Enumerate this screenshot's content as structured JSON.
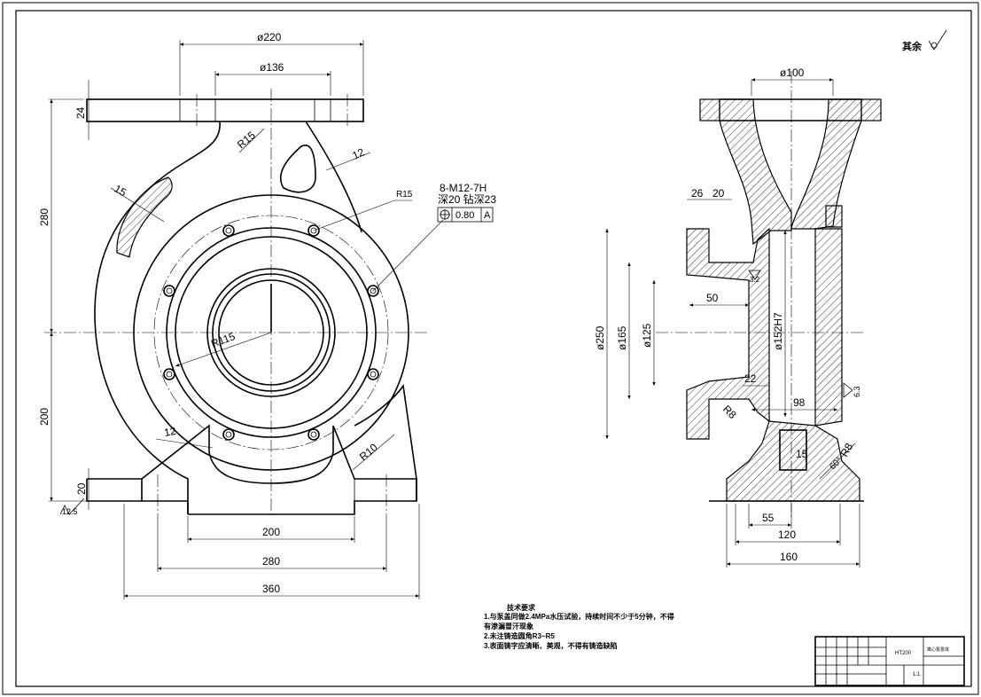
{
  "top_right_note": {
    "label": "其余",
    "symbol": "roughness-check-icon"
  },
  "front_view": {
    "dims": {
      "d220": "ø220",
      "d136": "ø136",
      "t24": "24",
      "r15_top": "R15",
      "t15": "15",
      "t12_rib": "12",
      "r15_hole": "R15",
      "h280": "280",
      "h200": "200",
      "h20": "20",
      "r115": "R115",
      "t12_low": "12",
      "r10": "R10",
      "w200": "200",
      "w280": "280",
      "w360": "360",
      "roughness": "12.5"
    },
    "callout": {
      "line1": "8-M12-7H",
      "line2": "深20  钻深23",
      "tol_value": "0.80",
      "datum": "A"
    }
  },
  "side_view": {
    "dims": {
      "d100": "ø100",
      "t26": "26",
      "t20": "20",
      "d250": "ø250",
      "d165": "ø165",
      "d125": "ø125",
      "w50": "50",
      "r32": "3.2",
      "d152": "ø152H7",
      "w22": "22",
      "r6_3": "6.3",
      "r8_left": "R8",
      "w98": "98",
      "t15": "15",
      "a60": "60°",
      "r8_right": "R8",
      "w55": "55",
      "w120": "120",
      "w160": "160"
    }
  },
  "requirements": {
    "title": "技术要求",
    "items": [
      "1.与泵盖同做2.4MPa水压试验，持续时间不少于5分钟，不得",
      "有渗漏冒汗现象",
      "2.未注铸造圆角R3~R5",
      "3.表面铸字应清晰、美观，不得有铸造缺陷"
    ]
  },
  "title_block": {
    "material_label": "HT200",
    "scale": "1:1",
    "name": "离心泵泵体"
  }
}
